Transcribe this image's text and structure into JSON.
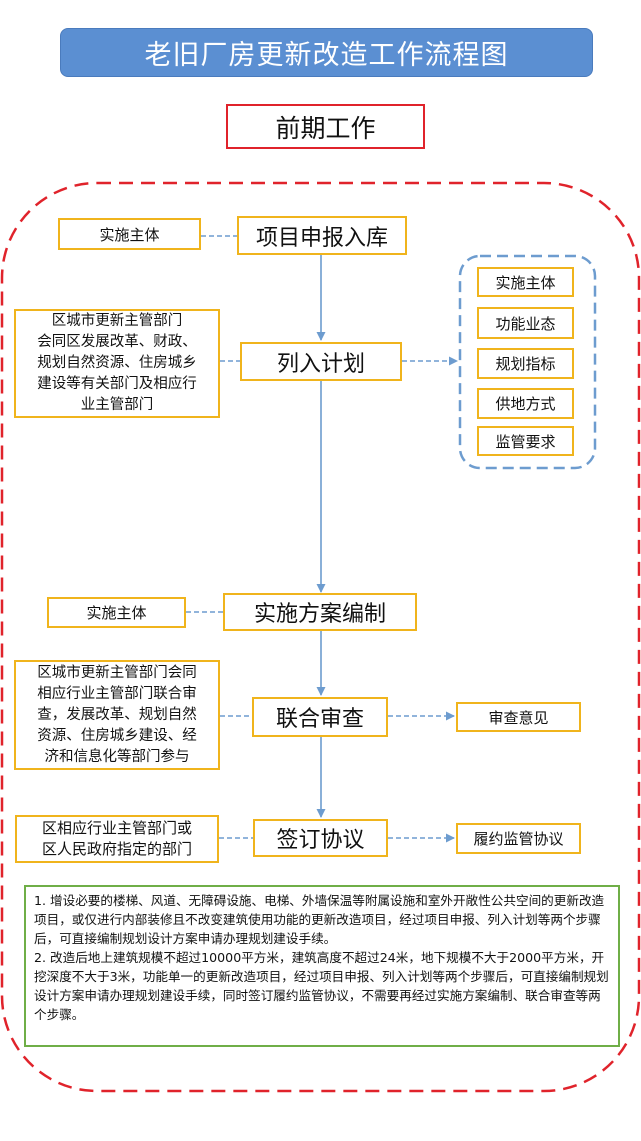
{
  "title": "老旧厂房更新改造工作流程图",
  "section_header": "前期工作",
  "steps": {
    "report": "项目申报入库",
    "plan": "列入计划",
    "scheme": "实施方案编制",
    "review": "联合审查",
    "agreement": "签订协议"
  },
  "left_boxes": {
    "report": "实施主体",
    "plan": [
      "区城市更新主管部门",
      "会同区发展改革、财政、",
      "规划自然资源、住房城乡",
      "建设等有关部门及相应行",
      "业主管部门"
    ],
    "scheme": "实施主体",
    "review": [
      "区城市更新主管部门会同",
      "相应行业主管部门联合审",
      "查，发展改革、规划自然",
      "资源、住房城乡建设、经",
      "济和信息化等部门参与"
    ],
    "agreement": [
      "区相应行业主管部门或",
      "区人民政府指定的部门"
    ]
  },
  "plan_items": [
    "实施主体",
    "功能业态",
    "规划指标",
    "供地方式",
    "监管要求"
  ],
  "right_boxes": {
    "review": "审查意见",
    "agreement": "履约监管协议"
  },
  "notes": [
    "1. 增设必要的楼梯、风道、无障碍设施、电梯、外墙保温等附属设施和室外开敞性公共空间的更新改造项目，或仅进行内部装修且不改变建筑使用功能的更新改造项目，经过项目申报、列入计划等两个步骤后，可直接编制规划设计方案申请办理规划建设手续。",
    "2. 改造后地上建筑规模不超过10000平方米，建筑高度不超过24米，地下规模不大于2000平方米，开挖深度不大于3米，功能单一的更新改造项目，经过项目申报、列入计划等两个步骤后，可直接编制规划设计方案申请办理规划建设手续，同时签订履约监管协议，不需要再经过实施方案编制、联合审查等两个步骤。"
  ],
  "colors": {
    "banner": "#5b8fd2",
    "red_border": "#e0232b",
    "yellow_border": "#f0b41c",
    "connector": "#6d9ccf",
    "notes_border": "#6fae47"
  }
}
